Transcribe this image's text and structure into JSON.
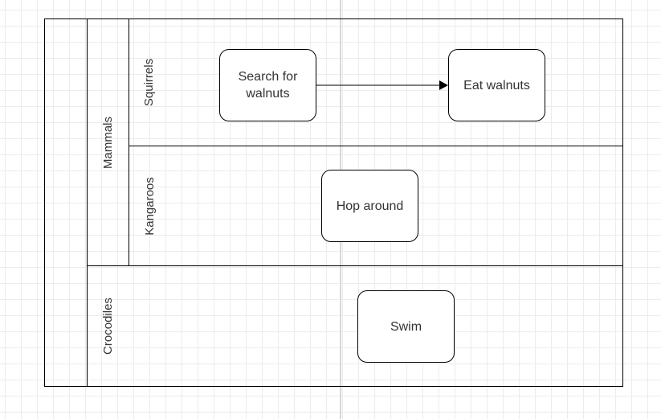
{
  "lanes": {
    "mammals": "Mammals",
    "squirrels": "Squirrels",
    "kangaroos": "Kangaroos",
    "crocodiles": "Crocodiles"
  },
  "tasks": {
    "search": "Search for walnuts",
    "eat": "Eat walnuts",
    "hop": "Hop around",
    "swim": "Swim"
  },
  "colors": {
    "stroke": "#000000",
    "text": "#333333",
    "grid": "#ececec"
  }
}
